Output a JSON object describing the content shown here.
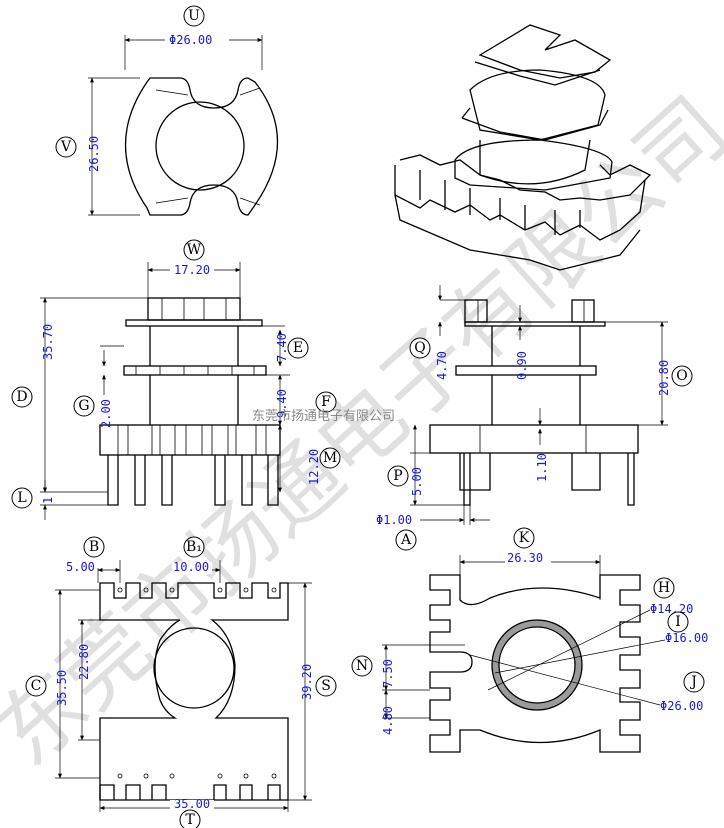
{
  "watermark": {
    "small_text": "东莞市扬通电子有限公司",
    "large_text": "东莞市扬通电子有限公司"
  },
  "dimensions": {
    "U": "Φ26.00",
    "V": "26.50",
    "W": "17.20",
    "D": "35.70",
    "E": "7.40",
    "F": "9.40",
    "G": "2.00",
    "M": "12.20",
    "L": "1",
    "Q": "4.70",
    "Q2": "0.90",
    "O": "20.80",
    "P": "5.00",
    "P2": "1.10",
    "A": "Φ1.00",
    "B": "5.00",
    "B1": "10.00",
    "C": "35.50",
    "C2": "22.80",
    "S": "39.20",
    "T": "35.00",
    "K": "26.30",
    "H": "Φ14.20",
    "I": "Φ16.00",
    "J": "Φ26.00",
    "N": "7.50",
    "N2": "4.80"
  },
  "labels": {
    "U": "U",
    "V": "V",
    "W": "W",
    "D": "D",
    "E": "E",
    "F": "F",
    "G": "G",
    "M": "M",
    "L": "L",
    "Q": "Q",
    "O": "O",
    "P": "P",
    "A": "A",
    "B": "B",
    "B1": "B₁",
    "C": "C",
    "S": "S",
    "T": "T",
    "K": "K",
    "H": "H",
    "I": "I",
    "J": "J",
    "N": "N"
  }
}
